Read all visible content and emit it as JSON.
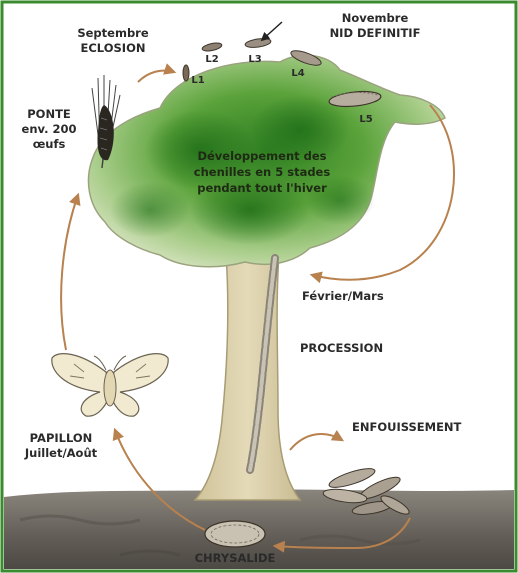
{
  "labels": {
    "eclosion_month": "Septembre",
    "eclosion": "ECLOSION",
    "nid_month": "Novembre",
    "nid": "NID DEFINITIF",
    "ponte_1": "PONTE",
    "ponte_2": "env. 200",
    "ponte_3": "œufs",
    "dev_1": "Développement des",
    "dev_2": "chenilles en 5 stades",
    "dev_3": "pendant tout l'hiver",
    "fevrier": "Février/Mars",
    "procession": "PROCESSION",
    "papillon_1": "PAPILLON",
    "papillon_2": "Juillet/Août",
    "enfouissement": "ENFOUISSEMENT",
    "chrysalide": "CHRYSALIDE"
  },
  "stages": {
    "l1": "L1",
    "l2": "L2",
    "l3": "L3",
    "l4": "L4",
    "l5": "L5"
  },
  "colors": {
    "frame": "#3a8a2e",
    "canopy_green": "#3f8f2c",
    "trunk": "#d9cfa8",
    "ground": "#6b6660",
    "arrow": "#b8814e"
  }
}
